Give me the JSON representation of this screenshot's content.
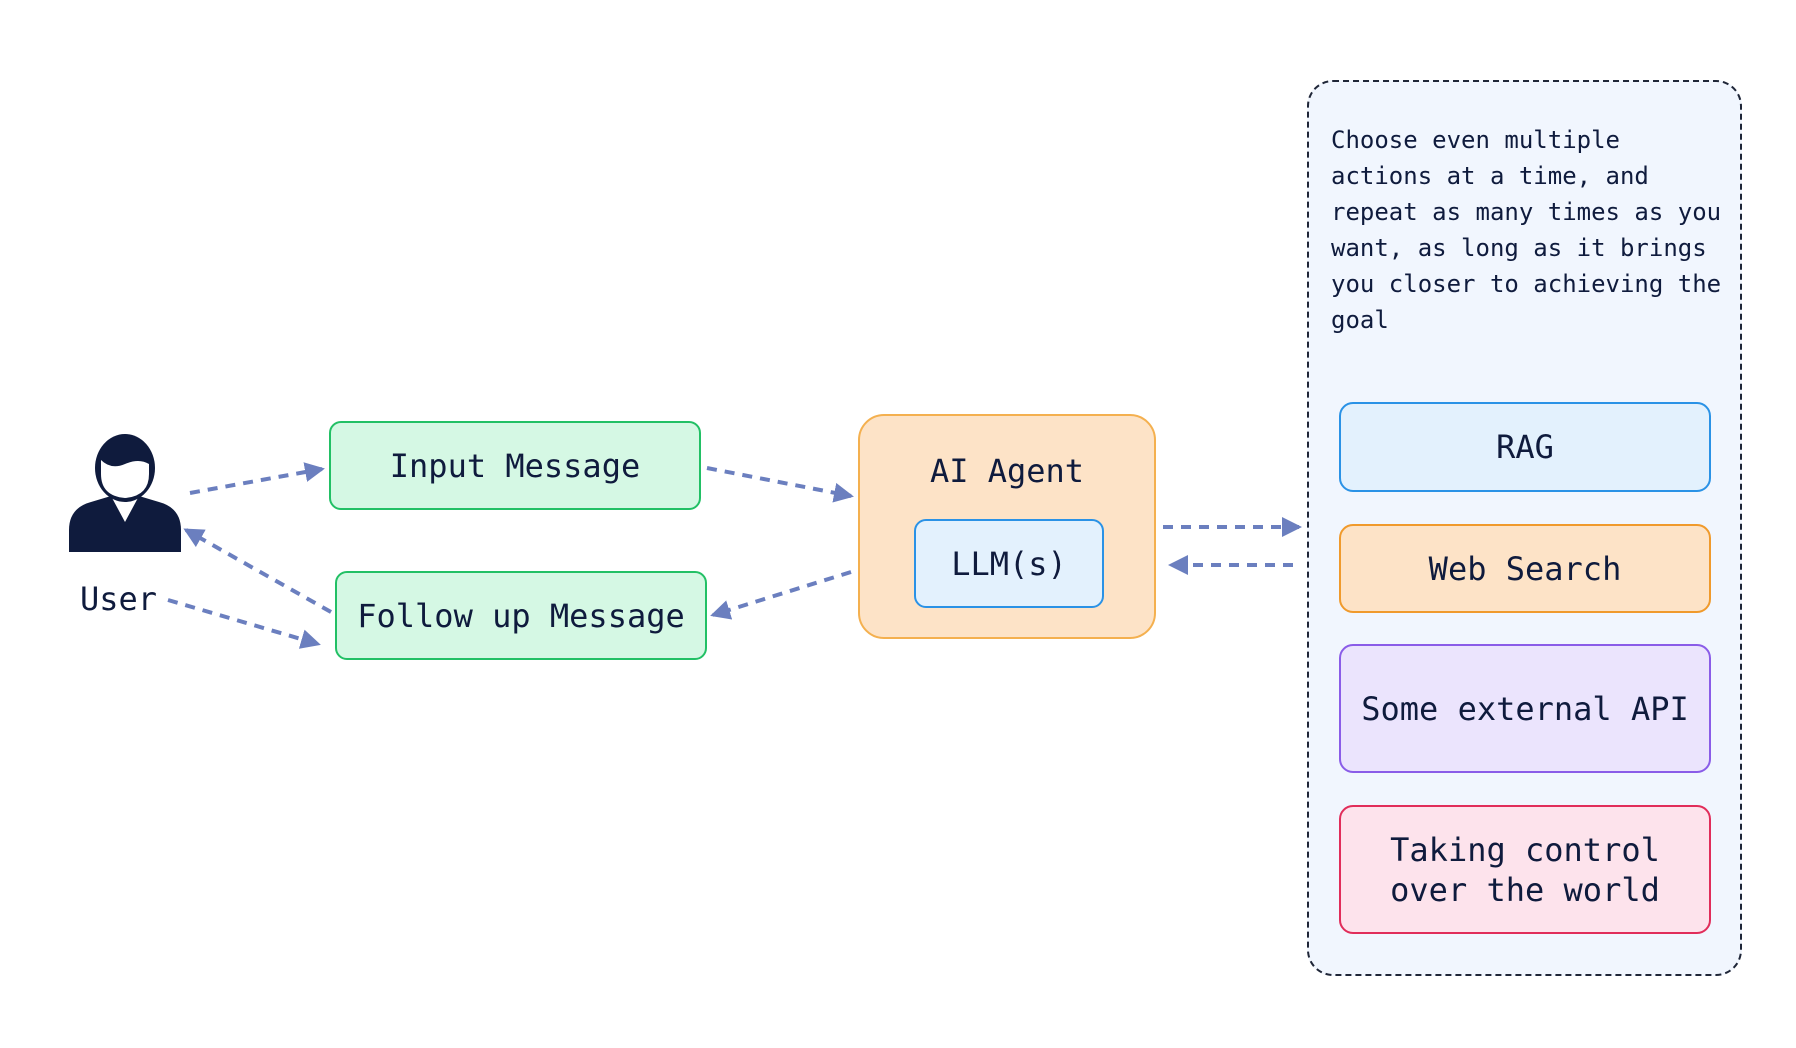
{
  "user": {
    "label": "User",
    "icon": "user-icon"
  },
  "messages": {
    "input": "Input Message",
    "follow_up": "Follow up Message"
  },
  "agent": {
    "title": "AI Agent",
    "llm": "LLM(s)"
  },
  "tools_panel": {
    "note": "Choose even multiple actions at a time, and repeat as many times as you want, as long as it brings you closer to achieving the goal",
    "tools": [
      "RAG",
      "Web Search",
      "Some external API",
      "Taking control over the world"
    ]
  },
  "colors": {
    "arrow": "#6b7fbf",
    "message_fill": "#d5f8e4",
    "message_border": "#22c065",
    "agent_fill": "#fde3c7",
    "agent_border": "#f4b04f",
    "llm_fill": "#e3f1fd",
    "llm_border": "#2a92e6",
    "panel_fill": "#f1f6fe",
    "panel_border": "#1f2638",
    "rag_border": "#2a92e6",
    "web_border": "#f09a2c",
    "api_border": "#8a5ce8",
    "world_border": "#e12d5a",
    "icon": "#0f1b3d"
  }
}
